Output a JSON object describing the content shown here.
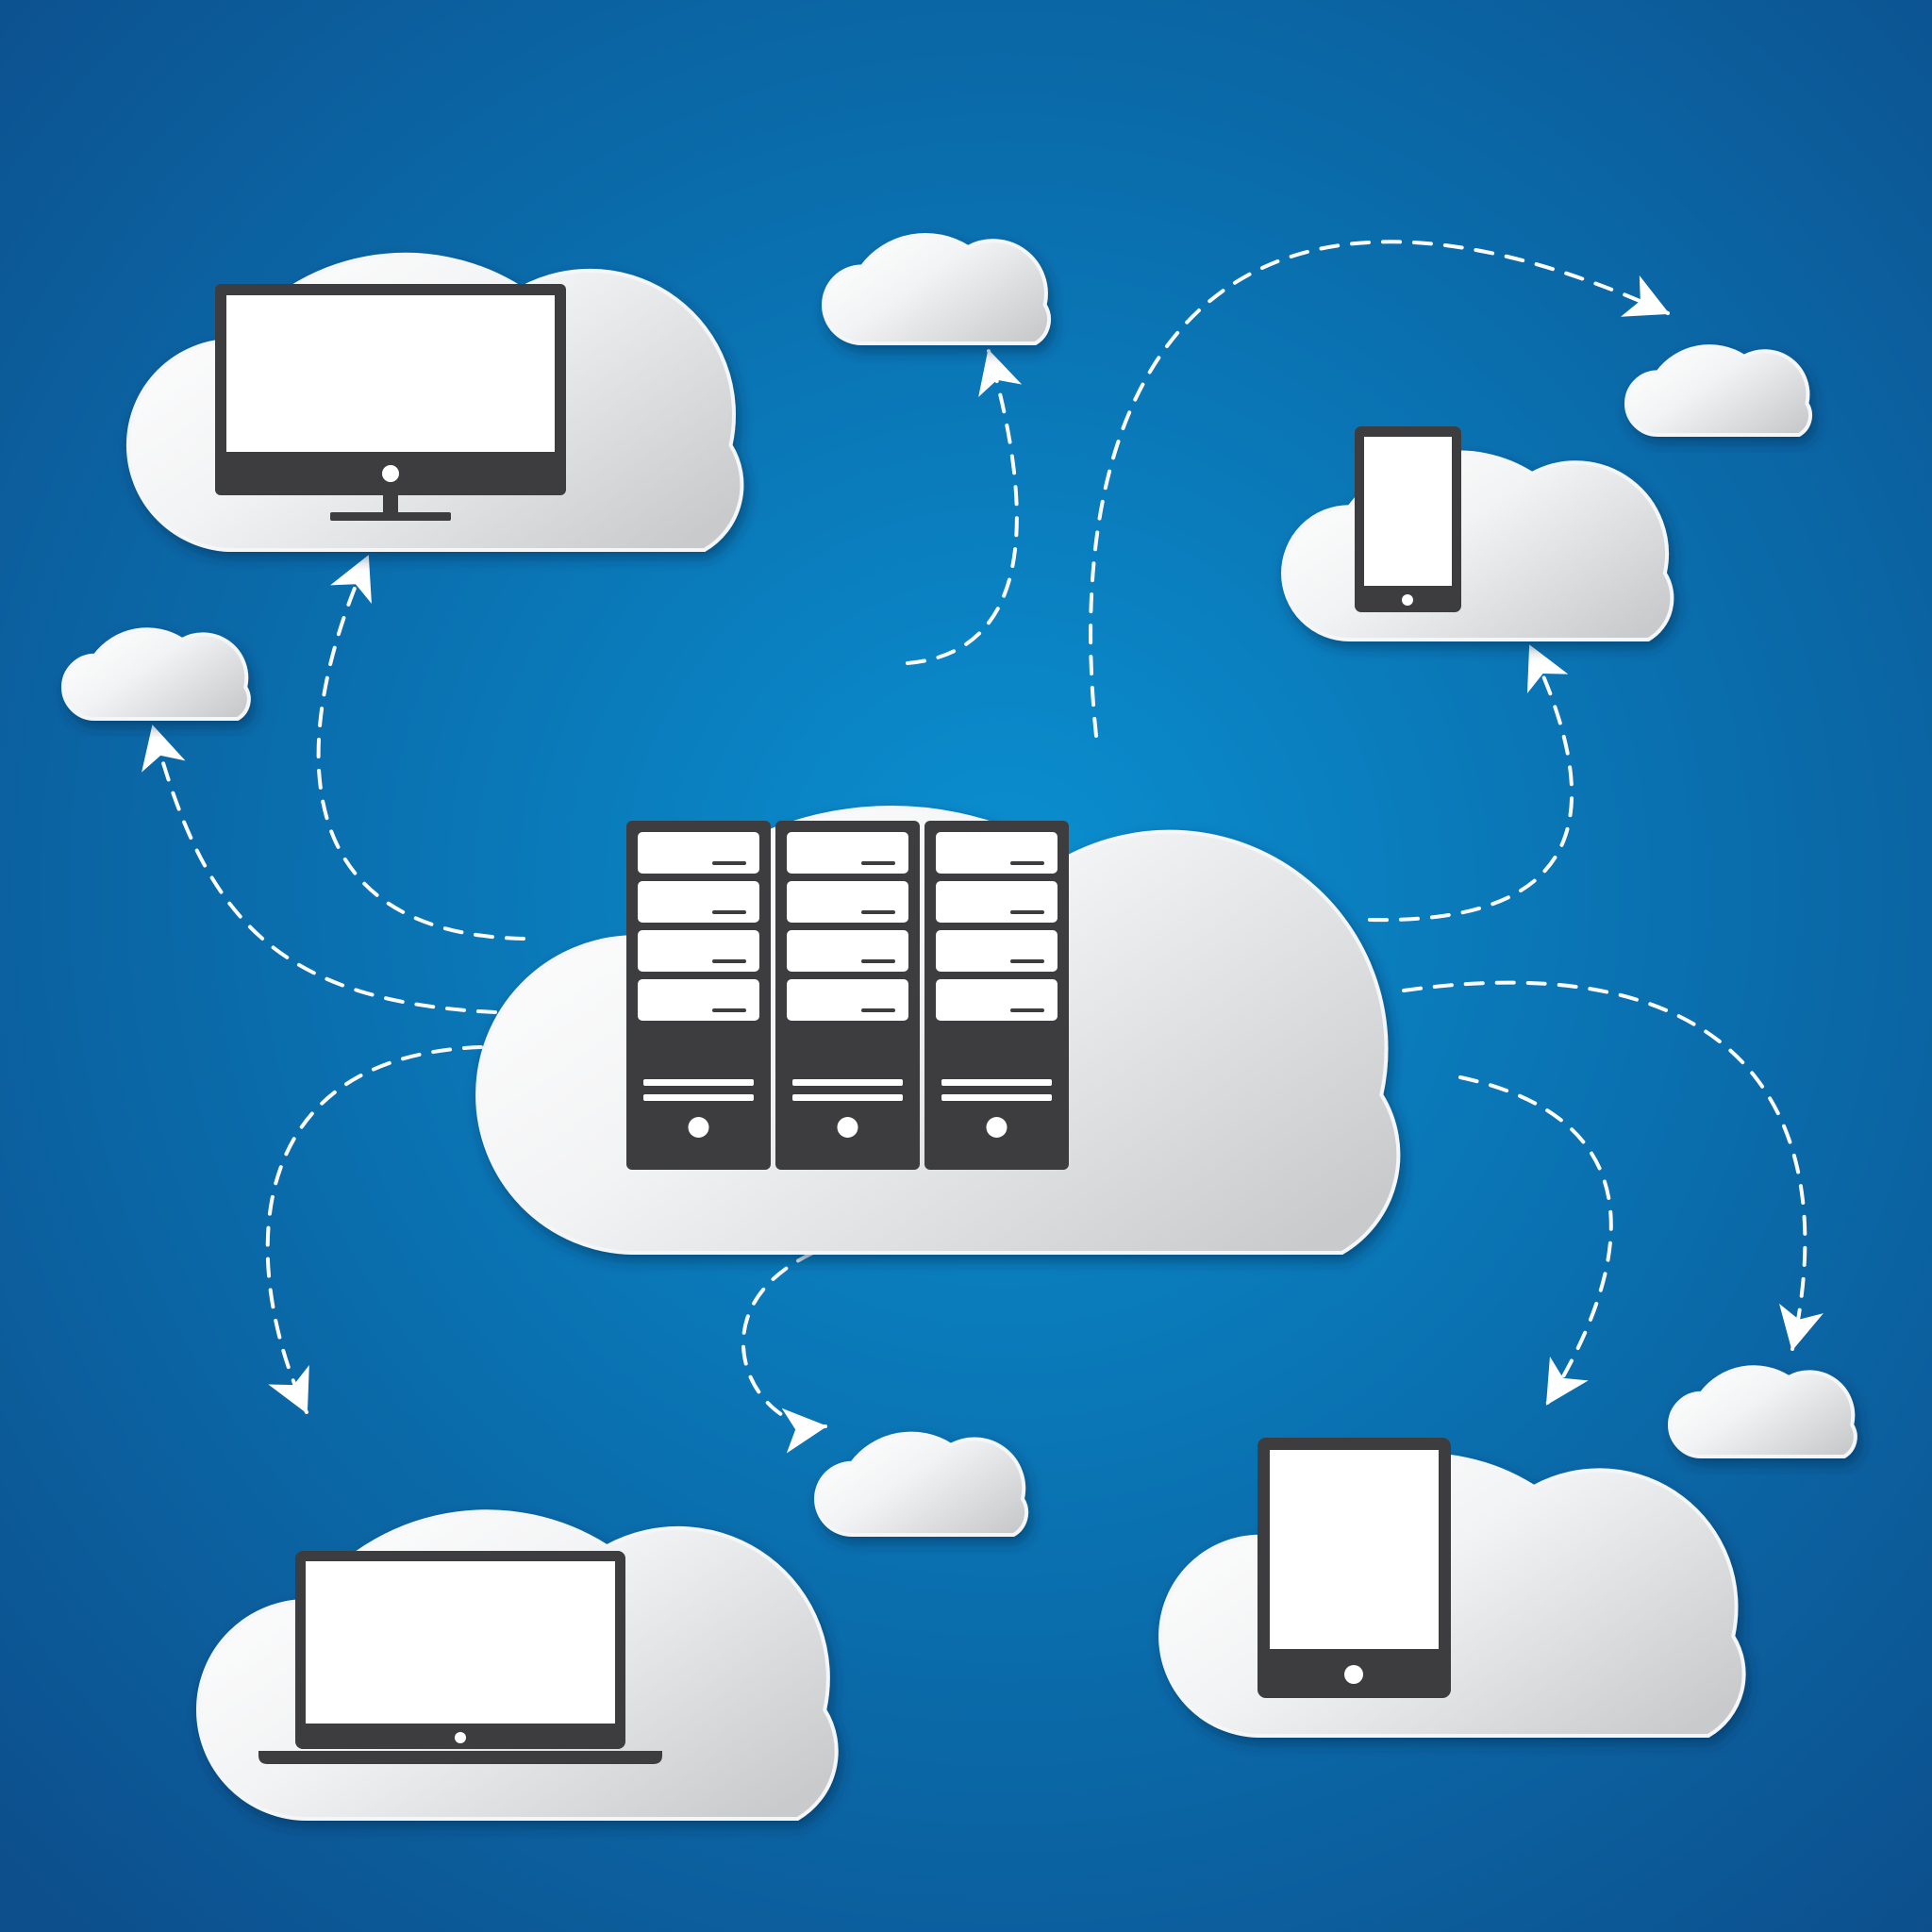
{
  "colors": {
    "background_center": "#0a8fd0",
    "background_mid": "#0a6fae",
    "background_edge": "#0d4f8d",
    "cloud_light": "#ffffff",
    "cloud_shade": "#c8cacc",
    "cloud_outline": "#f4f6f8",
    "device": "#3d3d3f",
    "screen": "#ffffff",
    "connector": "#ffffff"
  },
  "diagram": {
    "hub": {
      "name": "central-cloud",
      "icon": "server-rack-icon",
      "units": 3,
      "drive_bays_per_unit": 4
    },
    "nodes": [
      {
        "name": "cloud-desktop",
        "icon": "desktop-monitor-icon"
      },
      {
        "name": "cloud-smartphone",
        "icon": "smartphone-icon"
      },
      {
        "name": "cloud-laptop",
        "icon": "laptop-icon"
      },
      {
        "name": "cloud-tablet",
        "icon": "tablet-icon"
      },
      {
        "name": "small-cloud-top-center",
        "icon": ""
      },
      {
        "name": "small-cloud-top-right",
        "icon": ""
      },
      {
        "name": "small-cloud-left",
        "icon": ""
      },
      {
        "name": "small-cloud-bottom-center",
        "icon": ""
      },
      {
        "name": "small-cloud-bottom-right",
        "icon": ""
      }
    ],
    "connections": [
      {
        "from": "central-cloud",
        "to": "cloud-desktop",
        "style": "dashed-arrow"
      },
      {
        "from": "central-cloud",
        "to": "small-cloud-top-center",
        "style": "dashed-arrow"
      },
      {
        "from": "central-cloud",
        "to": "small-cloud-top-right",
        "style": "dashed-arrow"
      },
      {
        "from": "central-cloud",
        "to": "cloud-smartphone",
        "style": "dashed-arrow"
      },
      {
        "from": "central-cloud",
        "to": "small-cloud-left",
        "style": "dashed-arrow"
      },
      {
        "from": "central-cloud",
        "to": "cloud-laptop",
        "style": "dashed-arrow"
      },
      {
        "from": "central-cloud",
        "to": "small-cloud-bottom-center",
        "style": "dashed-arrow"
      },
      {
        "from": "central-cloud",
        "to": "cloud-tablet",
        "style": "dashed-arrow"
      },
      {
        "from": "central-cloud",
        "to": "small-cloud-bottom-right",
        "style": "dashed-arrow"
      }
    ]
  }
}
